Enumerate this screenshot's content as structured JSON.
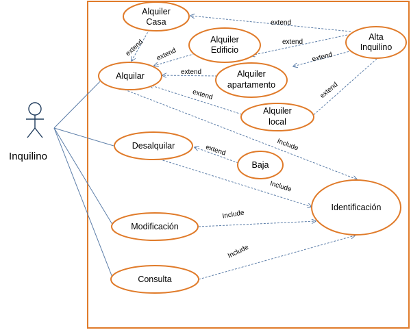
{
  "actor": {
    "name": "Inquilino"
  },
  "use_cases": {
    "alquiler_casa": [
      "Alquiler",
      "Casa"
    ],
    "alquiler_edificio": [
      "Alquiler",
      "Edificio"
    ],
    "alta_inquilino": [
      "Alta",
      "Inquilino"
    ],
    "alquilar": [
      "Alquilar"
    ],
    "alquiler_apartamento": [
      "Alquiler",
      "apartamento"
    ],
    "alquiler_local": [
      "Alquiler",
      "local"
    ],
    "desalquilar": [
      "Desalquilar"
    ],
    "baja": [
      "Baja"
    ],
    "identificacion": [
      "Identificación"
    ],
    "modificacion": [
      "Modificación"
    ],
    "consulta": [
      "Consulta"
    ]
  },
  "relations": {
    "extend": "extend",
    "include": "Include"
  },
  "colors": {
    "boundary": "#E07B2A",
    "use_case_border": "#E07B2A",
    "association": "#5B7DA8",
    "dependency": "#5B7DA8",
    "actor": "#1F3B5C"
  }
}
